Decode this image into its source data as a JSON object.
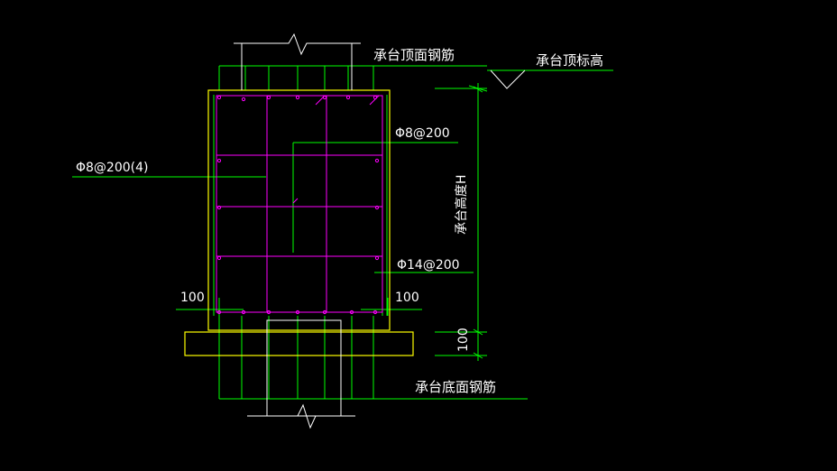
{
  "labels": {
    "top_rebar": "承台顶面钢筋",
    "top_elevation": "承台顶标高",
    "stirrup_right": "Φ8@200",
    "stirrup_left": "Φ8@200(4)",
    "height": "承台高度H",
    "main_bar": "Φ14@200",
    "dim_left": "100",
    "dim_right": "100",
    "dim_bottom": "100",
    "bottom_rebar": "承台底面钢筋"
  },
  "colors": {
    "background": "#000000",
    "outline": "#ffff00",
    "rebar": "#ff00ff",
    "dimension": "#00ff00",
    "text": "#ffffff",
    "frame": "#ffffff"
  }
}
